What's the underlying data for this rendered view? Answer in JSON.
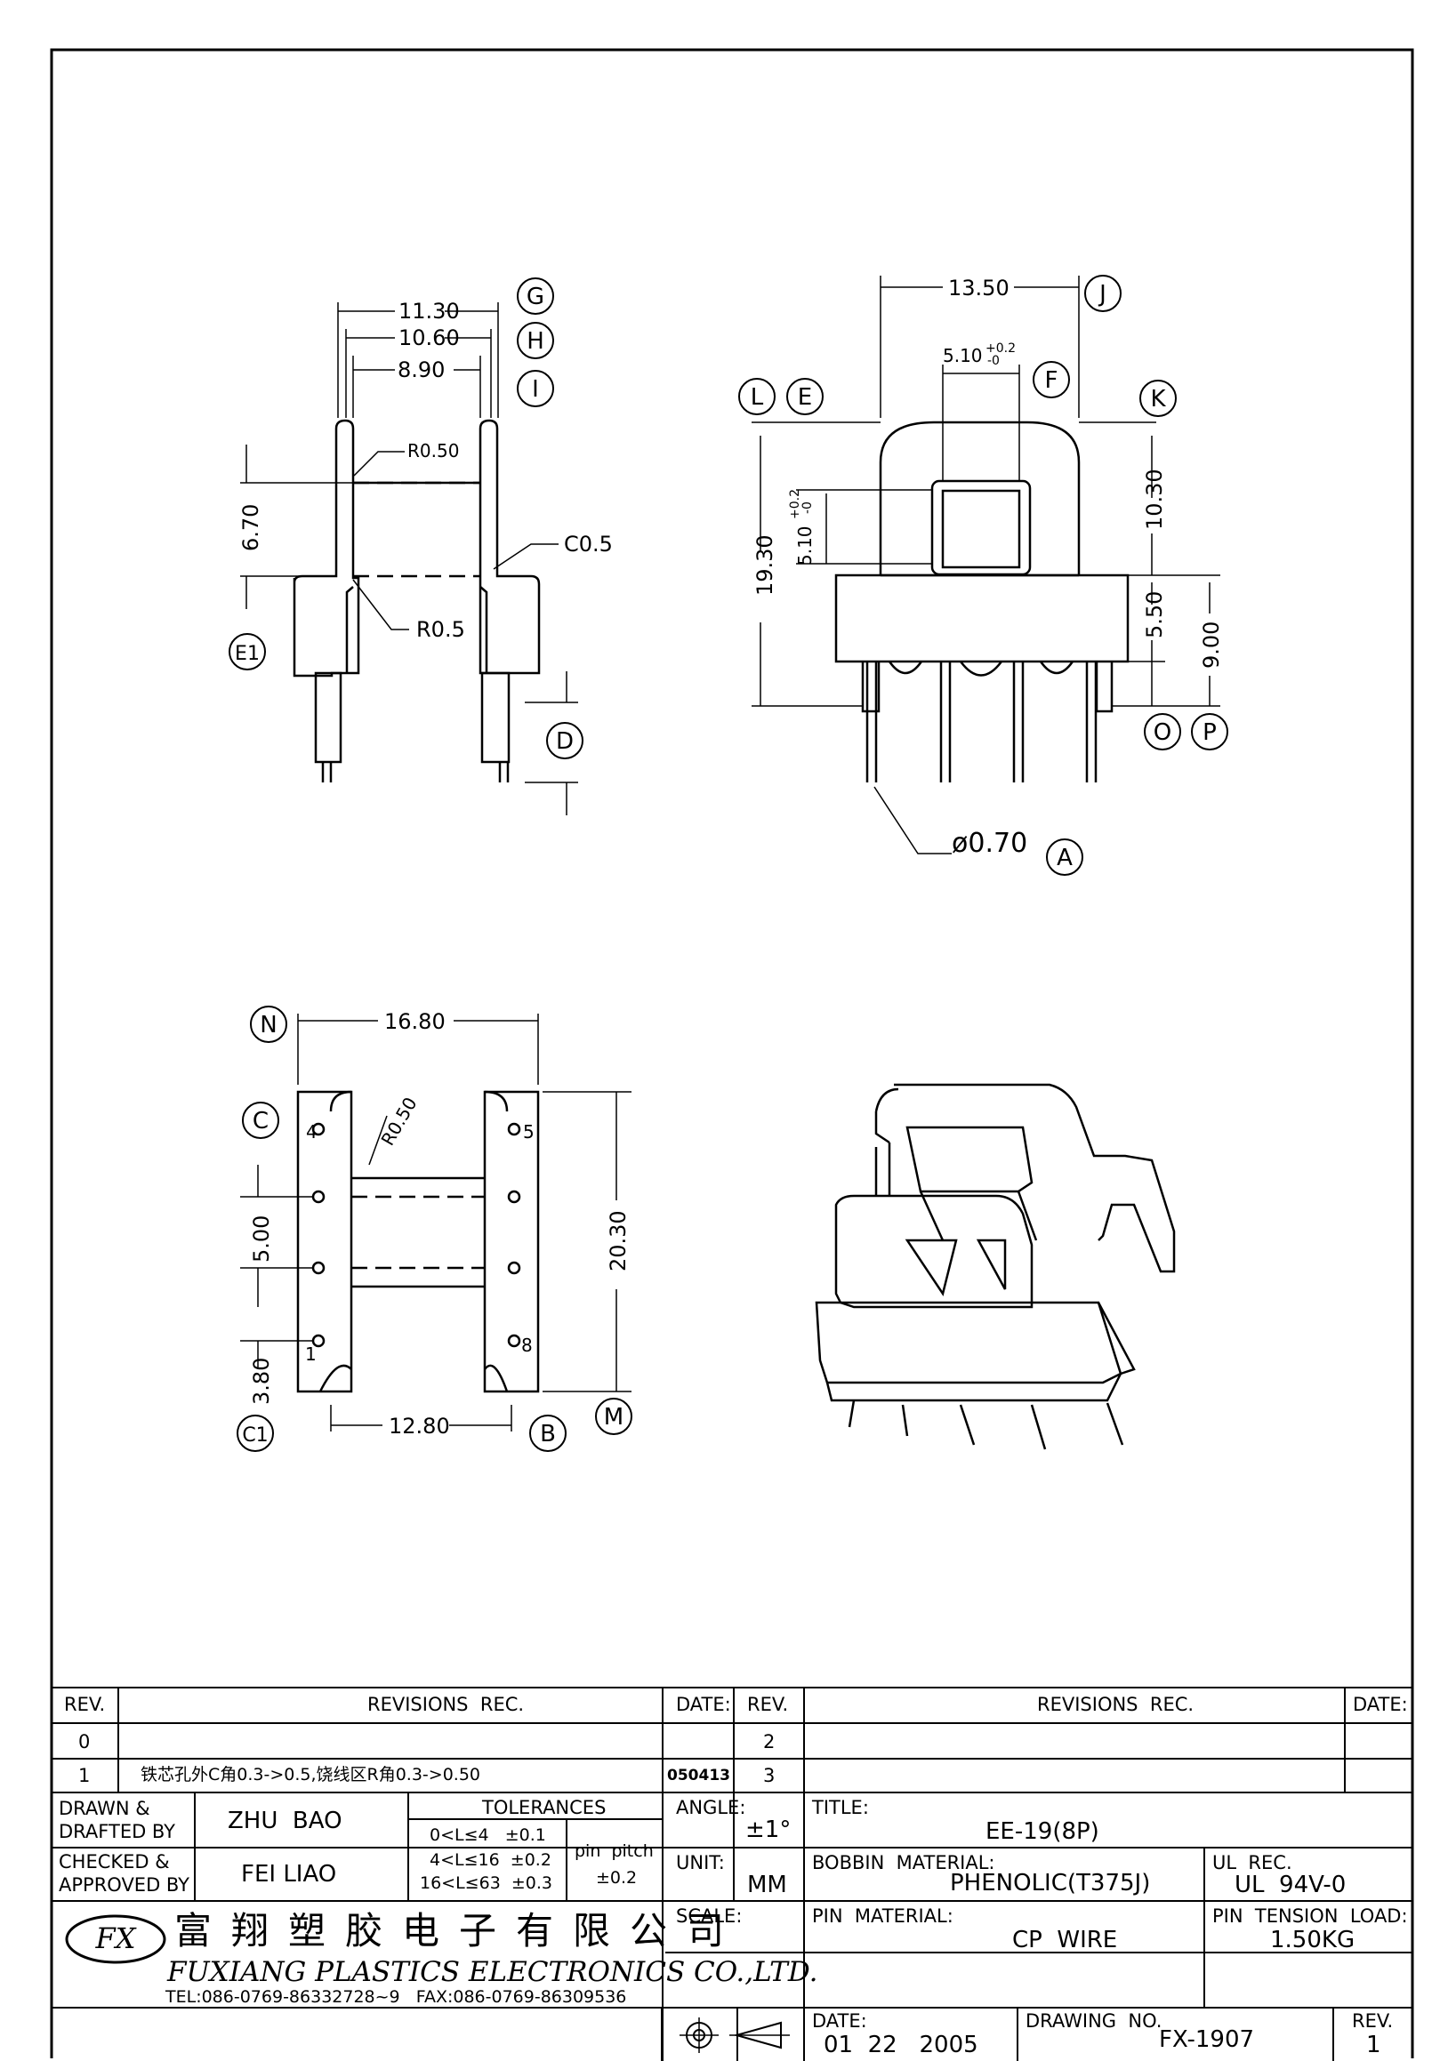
{
  "views": {
    "side": {
      "dims": [
        "11.30",
        "10.60",
        "8.90",
        "6.70"
      ],
      "radii": [
        "R0.50",
        "R0.5"
      ],
      "chamfer": "C0.5",
      "balloons": [
        "G",
        "H",
        "I",
        "E1",
        "D"
      ]
    },
    "front": {
      "dims": [
        "13.50",
        "5.10",
        "19.30",
        "10.30",
        "5.50",
        "9.00"
      ],
      "tol_upper": "+0.2",
      "tol_lower": "-0",
      "pin_dia": "ø0.70",
      "balloons": [
        "J",
        "F",
        "L",
        "E",
        "K",
        "O",
        "P",
        "A"
      ]
    },
    "bottom": {
      "dims": [
        "16.80",
        "20.30",
        "5.00",
        "3.80",
        "12.80"
      ],
      "radius": "R0.50",
      "pin_nums": [
        "4",
        "5",
        "1",
        "8"
      ],
      "balloons": [
        "N",
        "C",
        "C1",
        "B",
        "M"
      ]
    }
  },
  "title_block": {
    "hdr_rev": "REV.",
    "hdr_revisions": "REVISIONS  REC.",
    "hdr_date": "DATE:",
    "hdr_rev2": "REV.",
    "hdr_revisions2": "REVISIONS  REC.",
    "hdr_date2": "DATE:",
    "rev0": "0",
    "rev1": "1",
    "rev1_text": "铁芯孔外C角0.3->0.5,饶线区R角0.3->0.50",
    "rev1_date": "050413",
    "rev2": "2",
    "rev3": "3",
    "drawn_label": "DRAWN &\nDRAFTED BY",
    "drawn_by": "ZHU  BAO",
    "checked_label": "CHECKED &\nAPPROVED BY",
    "checked_by": "FEI LIAO",
    "tolerances_label": "TOLERANCES",
    "tol_rows": [
      "0<L≤4   ±0.1",
      "4<L≤16  ±0.2",
      "16<L≤63  ±0.3"
    ],
    "pin_pitch_label": "pin  pitch",
    "pin_pitch_value": "±0.2",
    "angle_label": "ANGLE:",
    "angle_value": "±1°",
    "unit_label": "UNIT:",
    "unit_value": "MM",
    "scale_label": "SCALE:",
    "title_label": "TITLE:",
    "title_value": "EE-19(8P)",
    "bobbin_label": "BOBBIN  MATERIAL:",
    "bobbin_value": "PHENOLIC(T375J)",
    "ul_label": "UL  REC.",
    "ul_value": "UL  94V-0",
    "pin_material_label": "PIN  MATERIAL:",
    "pin_material_value": "CP  WIRE",
    "pin_tension_label": "PIN  TENSION  LOAD:",
    "pin_tension_value": "1.50KG",
    "date_label": "DATE:",
    "date_value": "01  22   2005",
    "drawing_no_label": "DRAWING  NO.",
    "drawing_no_value": "FX-1907",
    "rev_label": "REV.",
    "rev_value": "1",
    "company_cn": "富翔塑胶电子有限公司",
    "company_en": "FUXIANG PLASTICS ELECTRONICS CO.,LTD.",
    "contact": "TEL:086-0769-86332728~9   FAX:086-0769-86309536",
    "logo_text": "FX"
  }
}
